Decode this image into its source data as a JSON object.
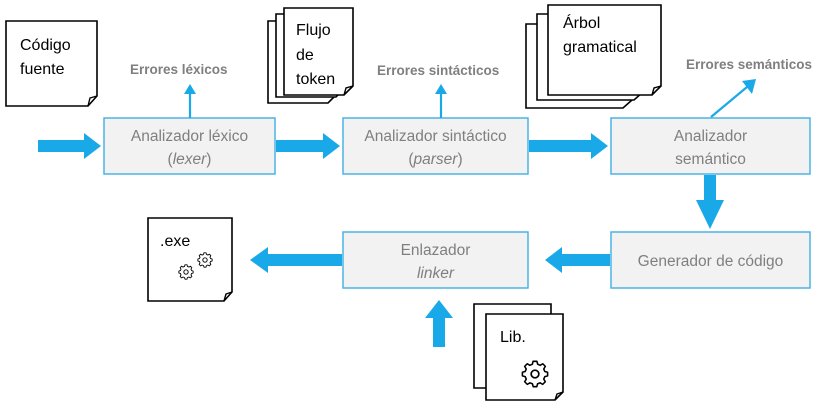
{
  "documents": {
    "source": [
      "Código",
      "fuente"
    ],
    "tokens": [
      "Flujo",
      "de",
      "token"
    ],
    "tree": [
      "Árbol",
      "gramatical"
    ],
    "exe": ".exe",
    "lib": "Lib."
  },
  "stages": {
    "lexer": {
      "name": "Analizador léxico",
      "alias": "lexer"
    },
    "parser": {
      "name": "Analizador sintáctico",
      "alias": "parser"
    },
    "semantic": {
      "line1": "Analizador",
      "line2": "semántico"
    },
    "codegen": {
      "name": "Generador de código"
    },
    "linker": {
      "name": "Enlazador",
      "alias": "linker"
    }
  },
  "errors": {
    "lexical": "Errores léxicos",
    "syntactic": "Errores sintácticos",
    "semantic": "Errores semánticos"
  },
  "colors": {
    "arrow": "#1aa9e8",
    "box_fill": "#f2f2f2",
    "box_border": "#4db3e6",
    "label_gray": "#7f7f7f"
  },
  "icons": [
    "gear-icon",
    "gears-icon",
    "arrow-right",
    "arrow-down",
    "arrow-up",
    "arrow-left"
  ]
}
